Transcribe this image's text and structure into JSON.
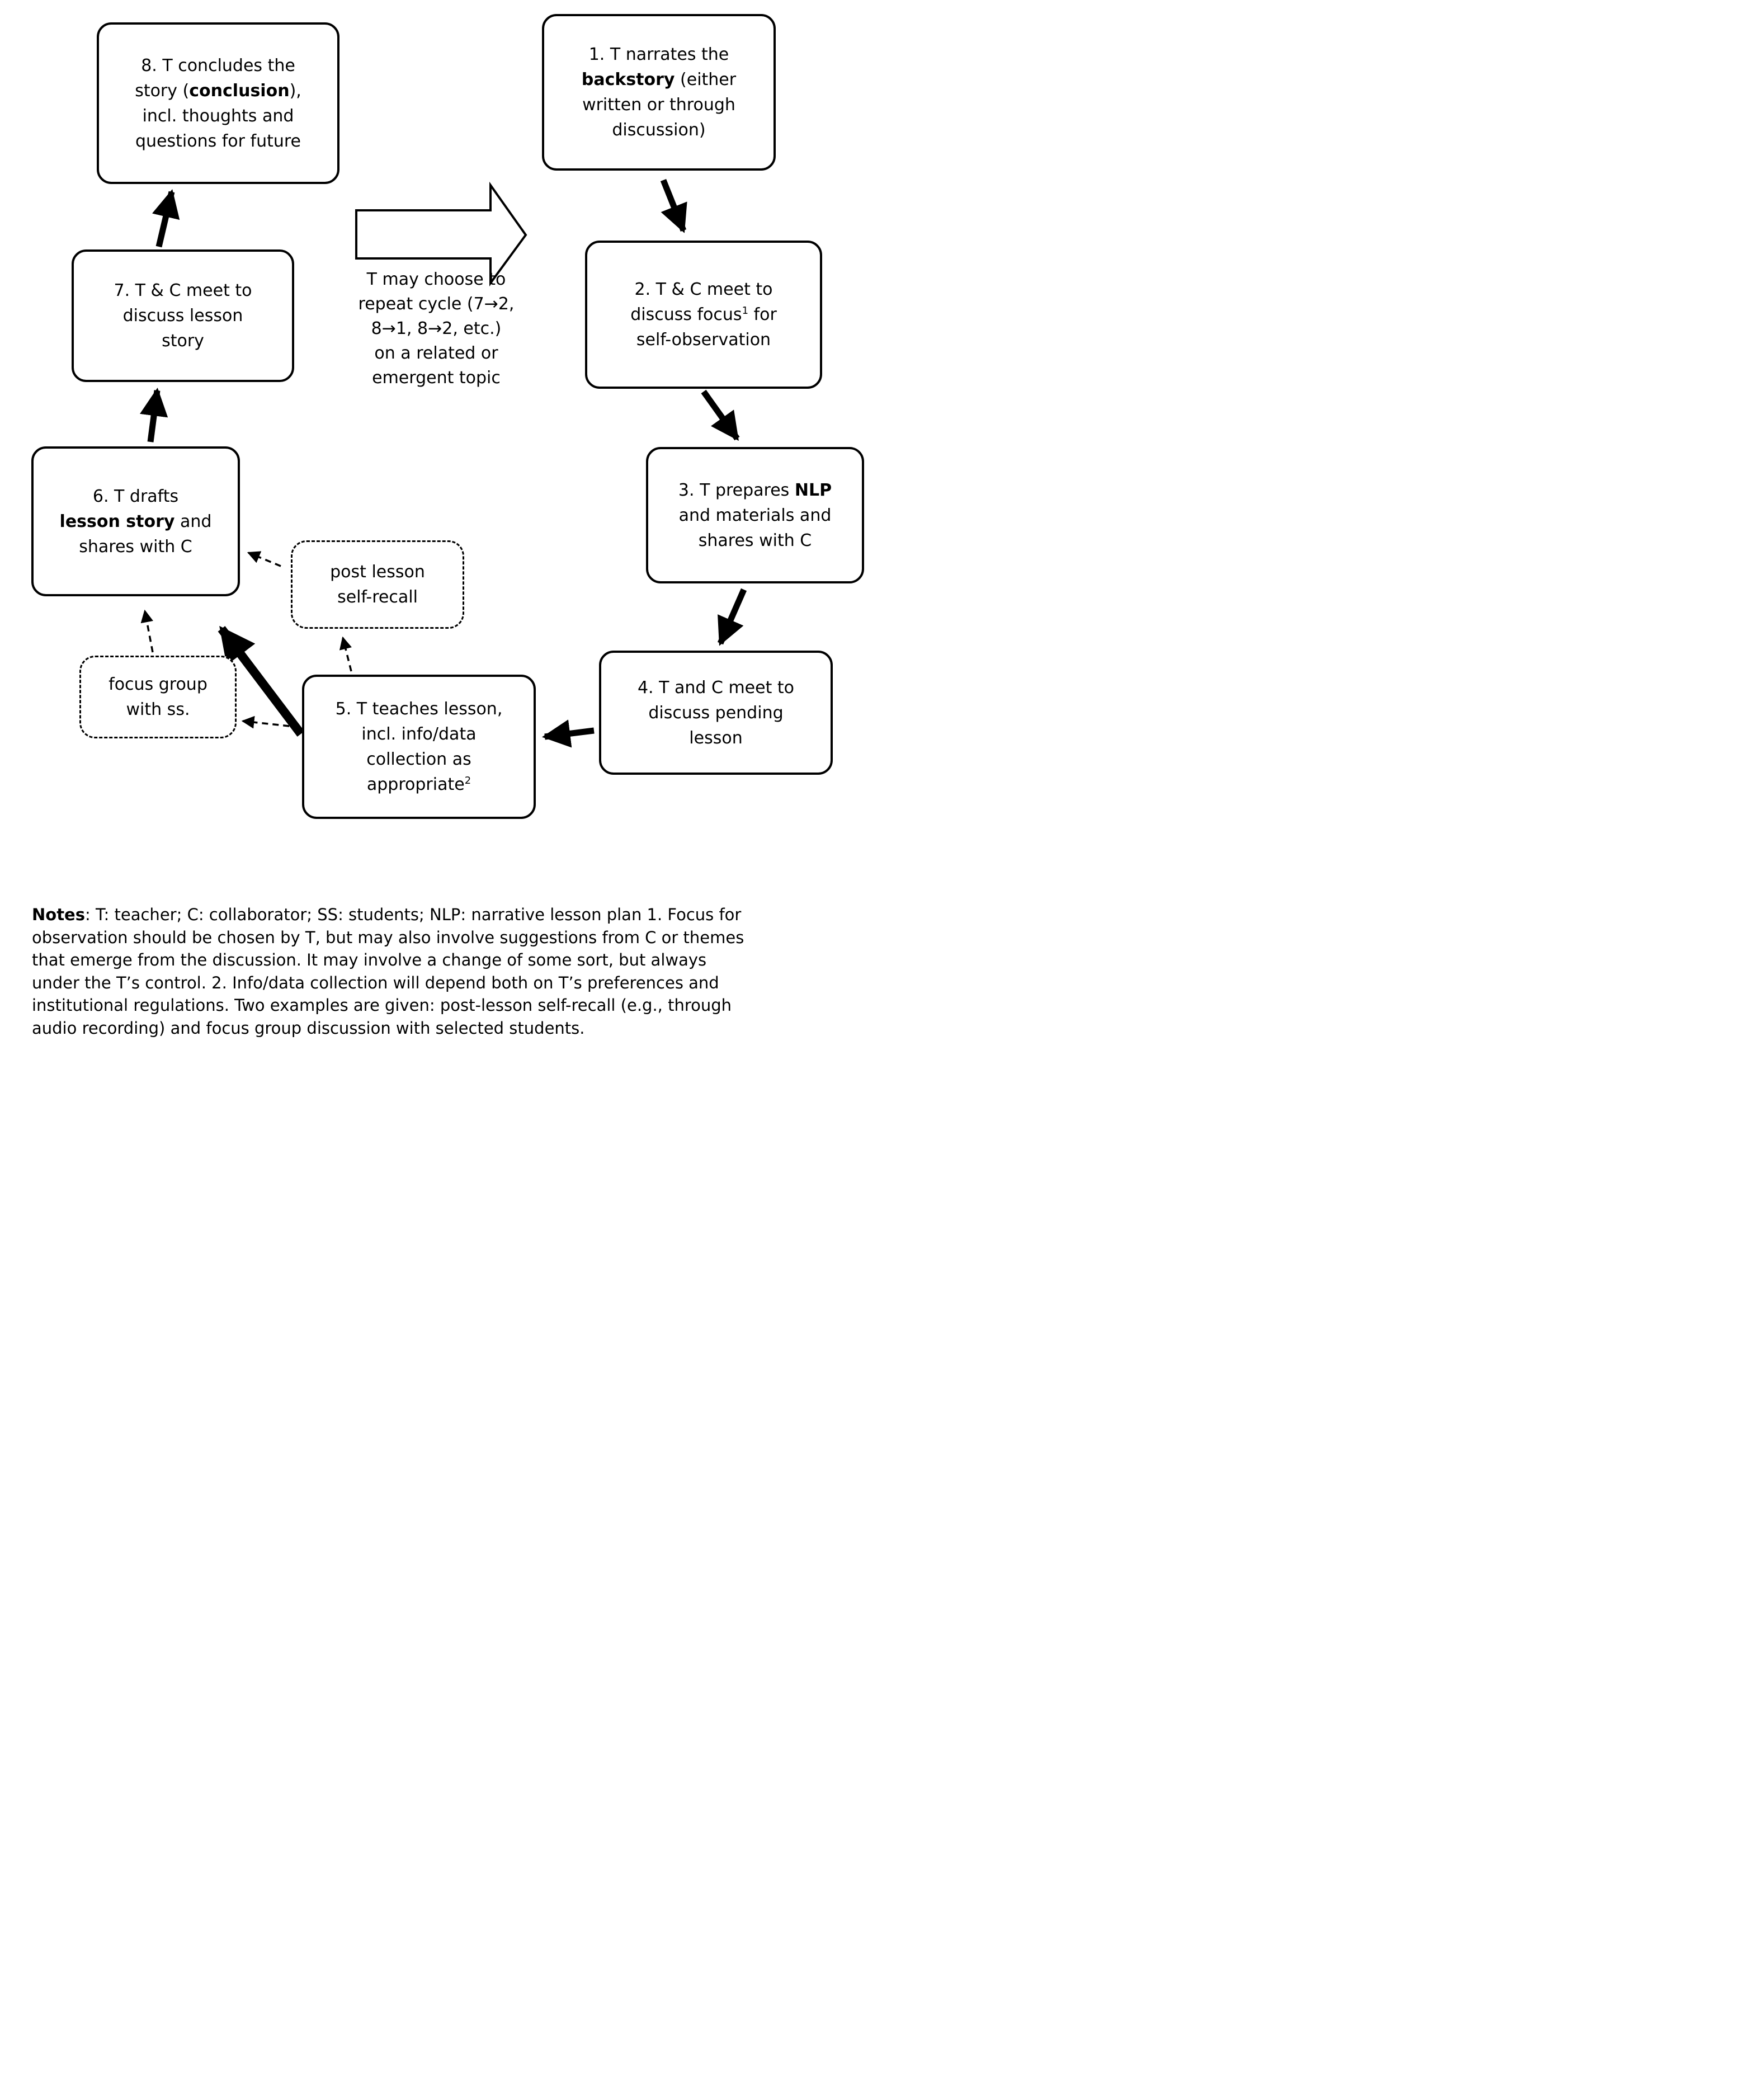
{
  "figure": {
    "colors": {
      "ink": "#000000",
      "paper": "#ffffff"
    },
    "boxes": {
      "step8": {
        "segments": [
          {
            "t": "8. T concludes the\nstory ("
          },
          {
            "t": "conclusion",
            "b": true
          },
          {
            "t": "),\nincl. thoughts and\nquestions for future"
          }
        ]
      },
      "step1": {
        "segments": [
          {
            "t": "1. T narrates the\n"
          },
          {
            "t": "backstory",
            "b": true
          },
          {
            "t": " (either\nwritten or through\ndiscussion)"
          }
        ]
      },
      "step7": {
        "segments": [
          {
            "t": "7. T & C meet to\ndiscuss lesson\nstory"
          }
        ]
      },
      "step2": {
        "segments": [
          {
            "t": "2. T & C meet to\ndiscuss focus"
          },
          {
            "t": "1",
            "sup": true
          },
          {
            "t": " for\nself-observation"
          }
        ]
      },
      "step6": {
        "segments": [
          {
            "t": "6. T drafts\n"
          },
          {
            "t": "lesson story",
            "b": true
          },
          {
            "t": " and\nshares with C"
          }
        ]
      },
      "step3": {
        "segments": [
          {
            "t": "3. T prepares "
          },
          {
            "t": "NLP",
            "b": true
          },
          {
            "t": "\nand materials and\nshares with C"
          }
        ]
      },
      "step5": {
        "segments": [
          {
            "t": "5. T teaches lesson,\nincl. info/data\ncollection as\nappropriate"
          },
          {
            "t": "2",
            "sup": true
          }
        ]
      },
      "step4": {
        "segments": [
          {
            "t": "4. T and C meet to\ndiscuss pending\nlesson"
          }
        ]
      },
      "post_lesson": {
        "segments": [
          {
            "t": "post lesson\nself-recall"
          }
        ]
      },
      "focus_group": {
        "segments": [
          {
            "t": "focus group\nwith ss."
          }
        ]
      }
    },
    "center_label": {
      "segments": [
        {
          "t": "T may choose to\nrepeat cycle (7→2,\n8→1, 8→2, etc.)\non a related or\nemergent topic"
        }
      ]
    },
    "notes": {
      "segments": [
        {
          "t": "Notes",
          "b": true
        },
        {
          "t": ": T: teacher; C: collaborator; SS: students; NLP: narrative lesson plan 1. Focus for\nobservation should be chosen by T, but may also involve suggestions from C or themes\nthat emerge from the discussion. It may involve a change of some sort, but always\nunder the T’s control. 2. Info/data collection will depend both on T’s preferences and\ninstitutional regulations. Two examples are given: post-lesson self-recall (e.g., through\naudio recording) and focus group discussion with selected students."
        }
      ]
    },
    "edges": [
      {
        "from": "step1",
        "to": "step2",
        "style": "solid-bold"
      },
      {
        "from": "step2",
        "to": "step3",
        "style": "solid-bold"
      },
      {
        "from": "step3",
        "to": "step4",
        "style": "solid-bold"
      },
      {
        "from": "step4",
        "to": "step5",
        "style": "solid-bold"
      },
      {
        "from": "step5",
        "to": "step6",
        "style": "solid-thick"
      },
      {
        "from": "step6",
        "to": "step7",
        "style": "solid-bold"
      },
      {
        "from": "step7",
        "to": "step8",
        "style": "solid-bold"
      },
      {
        "from": "step5",
        "to": "post_lesson",
        "style": "dashed"
      },
      {
        "from": "post_lesson",
        "to": "step6",
        "style": "dashed"
      },
      {
        "from": "step5",
        "to": "focus_group",
        "style": "dashed"
      },
      {
        "from": "focus_group",
        "to": "step6",
        "style": "dashed"
      },
      {
        "from": "cycle-left (7/8)",
        "to": "cycle-right (1/2)",
        "style": "outline-block-arrow",
        "label": "T may choose to repeat cycle (7→2, 8→1, 8→2, etc.) on a related or emergent topic"
      }
    ]
  }
}
